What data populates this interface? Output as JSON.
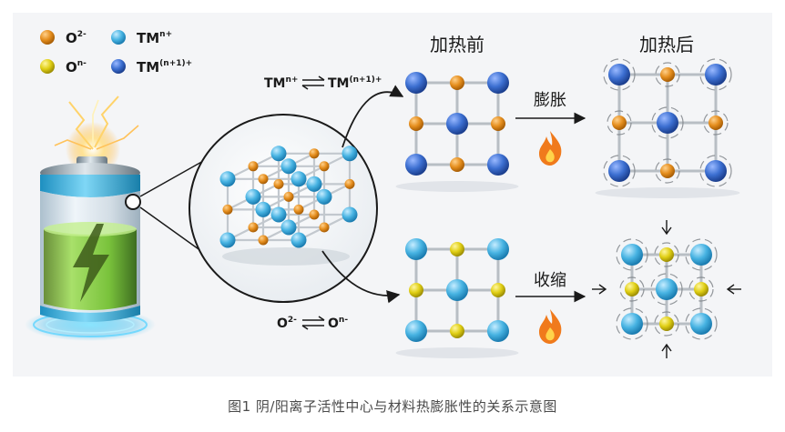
{
  "legend": [
    {
      "symbol": "O",
      "sup": "2-",
      "color": "#e58e1e"
    },
    {
      "symbol": "TM",
      "sup": "n+",
      "color": "#47b3e2"
    },
    {
      "symbol": "O",
      "sup": "n-",
      "color": "#e0cf15"
    },
    {
      "symbol": "TM",
      "sup": "(n+1)+",
      "color": "#3c6fd1"
    }
  ],
  "headers": {
    "before": "加热前",
    "after": "加热后"
  },
  "reactions": {
    "cation": {
      "left": "TM",
      "left_sup": "n+",
      "right": "TM",
      "right_sup": "(n+1)+"
    },
    "anion": {
      "left": "O",
      "left_sup": "2-",
      "right": "O",
      "right_sup": "n-"
    }
  },
  "processes": {
    "expansion": "膨胀",
    "contraction": "收缩"
  },
  "caption": "图1 阴/阳离子活性中心与材料热膨胀性的关系示意图"
}
